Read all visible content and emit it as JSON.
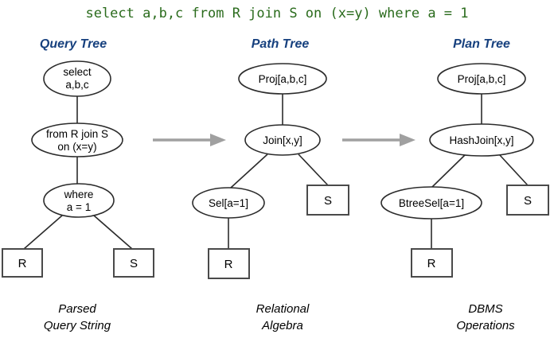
{
  "title": {
    "query": "select a,b,c from R join S on (x=y) where a = 1"
  },
  "columns": [
    {
      "header": "Query Tree",
      "caption_line1": "Parsed",
      "caption_line2": "Query String",
      "nodes": [
        {
          "id": "q-select",
          "shape": "ellipse",
          "line1": "select",
          "line2": "a,b,c"
        },
        {
          "id": "q-from",
          "shape": "ellipse",
          "line1": "from R join S",
          "line2": "on (x=y)"
        },
        {
          "id": "q-where",
          "shape": "ellipse",
          "line1": "where",
          "line2": "a = 1"
        },
        {
          "id": "q-r",
          "shape": "box",
          "line1": "R"
        },
        {
          "id": "q-s",
          "shape": "box",
          "line1": "S"
        }
      ]
    },
    {
      "header": "Path Tree",
      "caption_line1": "Relational",
      "caption_line2": "Algebra",
      "nodes": [
        {
          "id": "p-proj",
          "shape": "ellipse",
          "line1": "Proj[a,b,c]"
        },
        {
          "id": "p-join",
          "shape": "ellipse",
          "line1": "Join[x,y]"
        },
        {
          "id": "p-sel",
          "shape": "ellipse",
          "line1": "Sel[a=1]"
        },
        {
          "id": "p-s",
          "shape": "box",
          "line1": "S"
        },
        {
          "id": "p-r",
          "shape": "box",
          "line1": "R"
        }
      ]
    },
    {
      "header": "Plan Tree",
      "caption_line1": "DBMS",
      "caption_line2": "Operations",
      "nodes": [
        {
          "id": "n-proj",
          "shape": "ellipse",
          "line1": "Proj[a,b,c]"
        },
        {
          "id": "n-hashjoin",
          "shape": "ellipse",
          "line1": "HashJoin[x,y]"
        },
        {
          "id": "n-btreesel",
          "shape": "ellipse",
          "line1": "BtreeSel[a=1]"
        },
        {
          "id": "n-s",
          "shape": "box",
          "line1": "S"
        },
        {
          "id": "n-r",
          "shape": "box",
          "line1": "R"
        }
      ]
    }
  ],
  "arrows": [
    {
      "id": "arrow-query-to-path",
      "label": "transforms-to"
    },
    {
      "id": "arrow-path-to-plan",
      "label": "transforms-to"
    }
  ],
  "colors": {
    "query_text": "#2a6b1c",
    "header": "#16407e",
    "node_stroke": "#2b2b2b",
    "box_stroke": "#4a4a4a",
    "arrow": "#a0a0a0",
    "background": "#ffffff"
  }
}
